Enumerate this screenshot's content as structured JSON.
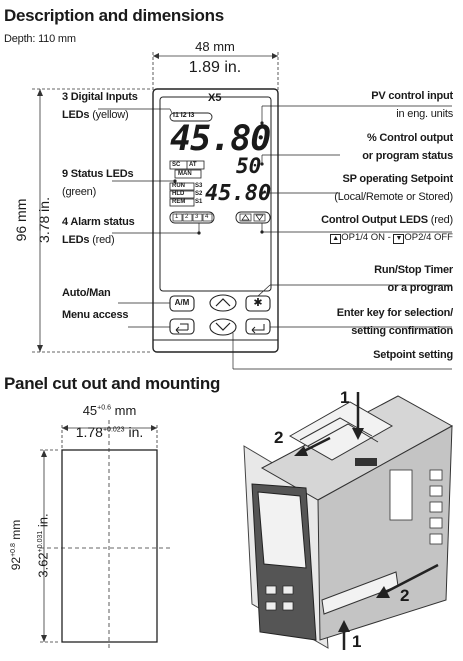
{
  "section1": {
    "title": "Description and dimensions",
    "depth": "Depth: 110 mm",
    "width_mm": "48 mm",
    "width_in": "1.89 in.",
    "height_mm": "96 mm",
    "height_in": "3.78 in."
  },
  "device": {
    "model": "X5",
    "di_labels": [
      "I1",
      "I2",
      "I3"
    ],
    "pv_value": "45.80",
    "out_value": "50",
    "sp_value": "45.80",
    "status_leds": [
      "SC",
      "AT",
      "MAN",
      "RUN",
      "S3",
      "HLD",
      "S2",
      "REM",
      "S1"
    ],
    "alarms": [
      "1",
      "2",
      "3",
      "4"
    ],
    "am_key": "A/M",
    "star_key": "✱"
  },
  "left_labels": {
    "digital_inputs_1": "3 Digital Inputs",
    "digital_inputs_2": "LEDs",
    "digital_inputs_3": "(yellow)",
    "status_1": "9 Status LEDs",
    "status_2": "(green)",
    "alarm_1": "4 Alarm status",
    "alarm_2": "LEDs",
    "alarm_3": "(red)",
    "auto_man": "Auto/Man",
    "menu": "Menu access"
  },
  "right_labels": {
    "pv_1": "PV control input",
    "pv_2": "in eng. units",
    "out_1": "% Control output",
    "out_2": "or program status",
    "sp_1": "SP operating Setpoint",
    "sp_2": "(Local/Remote or Stored)",
    "col_1": "Control Output LEDS",
    "col_1b": "(red)",
    "col_2": "OP1/4 ON -",
    "col_3": "OP2/4 OFF",
    "timer_1": "Run/Stop Timer",
    "timer_2": "or a program",
    "enter_1": "Enter key for selection/",
    "enter_2": "setting confirmation",
    "setpoint": "Setpoint setting"
  },
  "section2": {
    "title": "Panel cut out and mounting",
    "cut_w_mm": "45",
    "cut_w_mm_tol": "+0.6",
    "cut_w_mm_unit": " mm",
    "cut_w_in": "1.78",
    "cut_w_in_tol": "+0.023",
    "cut_w_in_unit": " in.",
    "cut_h_mm": "92",
    "cut_h_mm_tol": "+0.8",
    "cut_h_mm_unit": " mm",
    "cut_h_in": "3.62",
    "cut_h_in_tol": "+0.031",
    "cut_h_in_unit": " in.",
    "step1": "1",
    "step2": "2"
  }
}
